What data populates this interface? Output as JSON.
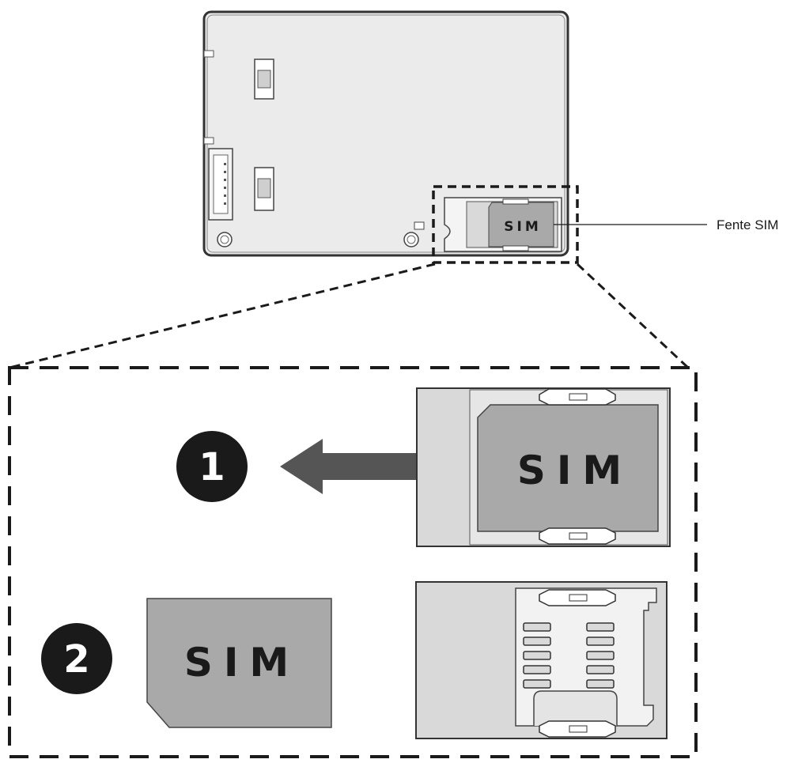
{
  "callout": {
    "label": "Fente SIM"
  },
  "board": {
    "sim_label": "SIM"
  },
  "steps": [
    {
      "number": "1",
      "sim_label": "SIM"
    },
    {
      "number": "2",
      "sim_label": "SIM"
    }
  ],
  "colors": {
    "board_fill": "#ebebeb",
    "tray_fill": "#d9d9d9",
    "sim_fill": "#a9a9a9",
    "badge_fill": "#1a1a1a",
    "arrow_fill": "#555555",
    "outline": "#333333"
  },
  "icons": {
    "arrow": "arrow-left-icon",
    "badge": "numbered-circle-icon"
  }
}
